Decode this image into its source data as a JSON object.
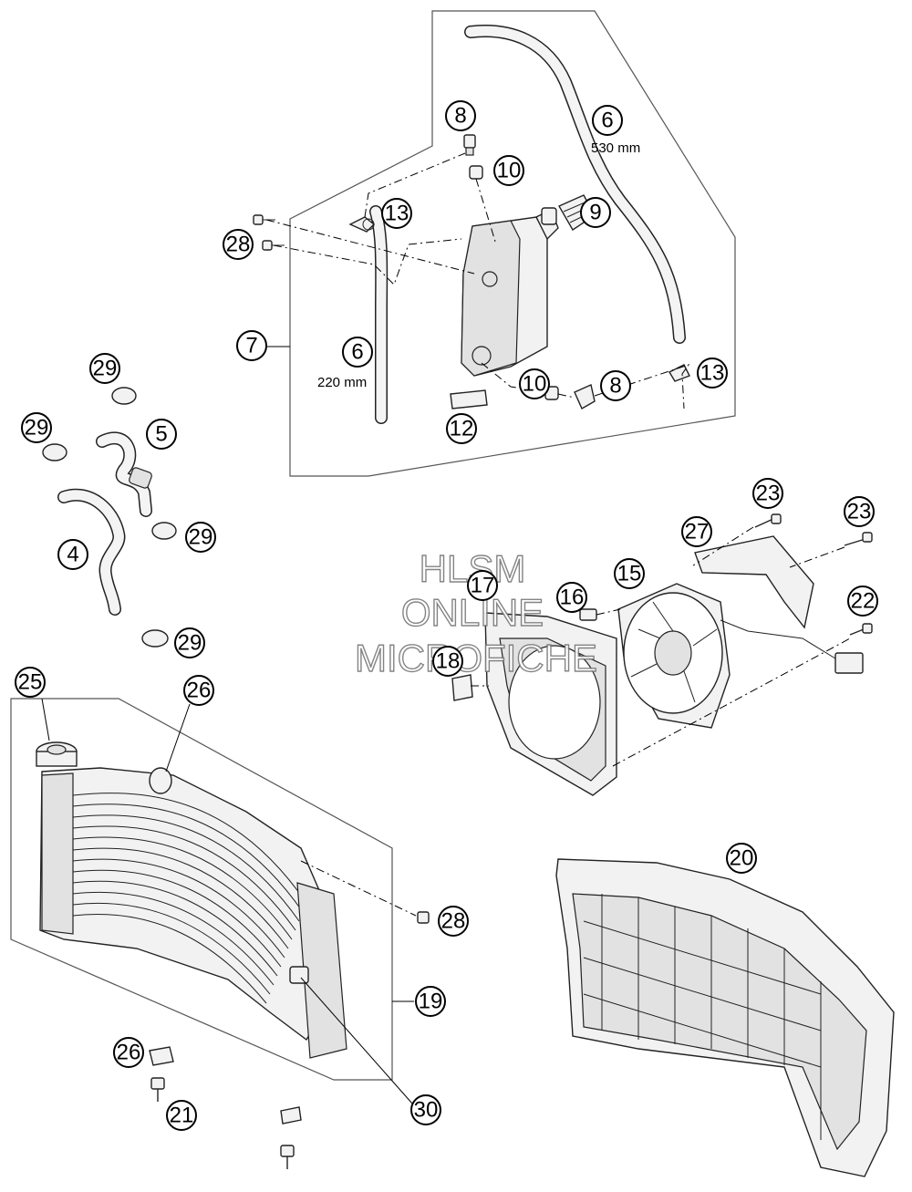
{
  "watermark": {
    "line1": "HLSM",
    "line2": "ONLINE",
    "line3": "MICROFICHE"
  },
  "dimensions": {
    "hose_long": "530 mm",
    "hose_short": "220 mm"
  },
  "callouts": {
    "c25": "25",
    "c26a": "26",
    "c26b": "26",
    "c28a": "28",
    "c28b": "28",
    "c19": "19",
    "c21": "21",
    "c30": "30",
    "c20": "20",
    "c29a": "29",
    "c29b": "29",
    "c29c": "29",
    "c29d": "29",
    "c5": "5",
    "c4": "4",
    "c8a": "8",
    "c8b": "8",
    "c10a": "10",
    "c10b": "10",
    "c6a": "6",
    "c6b": "6",
    "c9": "9",
    "c13a": "13",
    "c13b": "13",
    "c7": "7",
    "c12": "12",
    "c23a": "23",
    "c23b": "23",
    "c27": "27",
    "c15": "15",
    "c16": "16",
    "c17": "17",
    "c22": "22",
    "c18": "18"
  }
}
